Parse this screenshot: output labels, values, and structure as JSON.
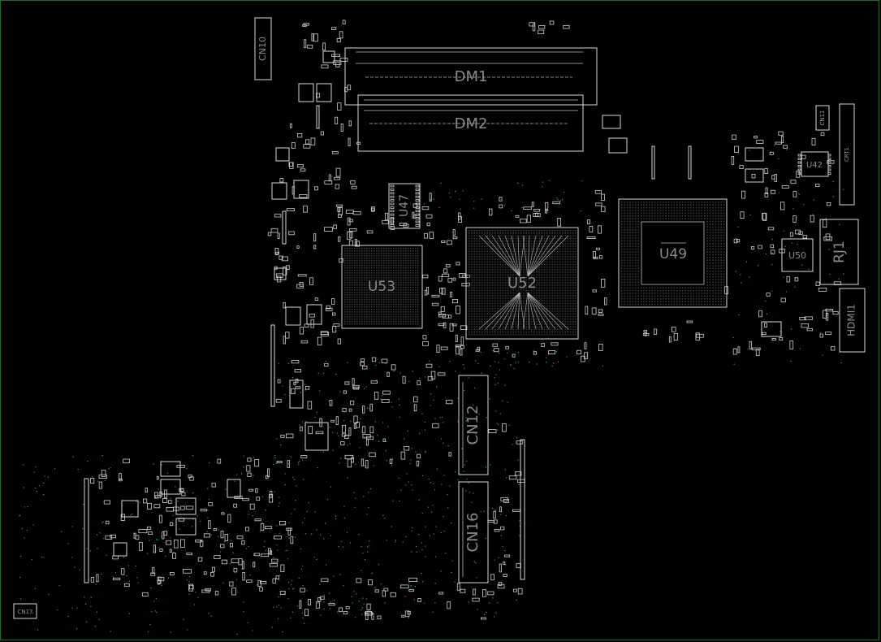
{
  "board": {
    "labels": {
      "cn10": "CN10",
      "dm1": "DM1",
      "dm2": "DM2",
      "u47": "U47",
      "u53": "U53",
      "u52": "U52",
      "u49": "U49",
      "u42": "U42",
      "u50": "U50",
      "rj1": "RJ1",
      "crt1": "CRT1",
      "cn11": "CN11",
      "hdmi1": "HDMI1",
      "cn12": "CN12",
      "cn16": "CN16",
      "cn17": "CN17"
    },
    "colors": {
      "background": "#000000",
      "frame": "#1f6b2a",
      "outline": "#d8d8d8",
      "label": "#8a8a8a",
      "vias": "#2f9c8c"
    }
  }
}
